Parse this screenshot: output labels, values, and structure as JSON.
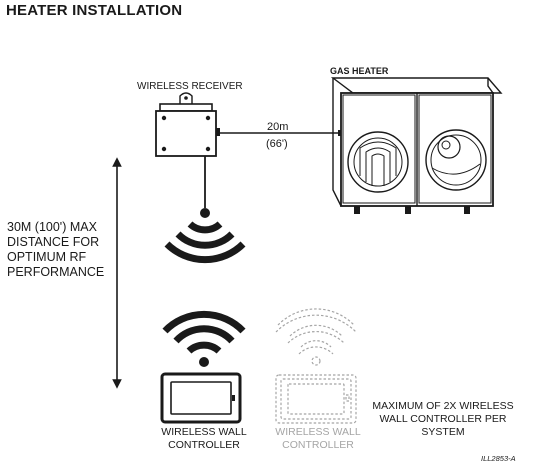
{
  "title": "HEATER INSTALLATION",
  "labels": {
    "wireless_receiver": "WIRELESS RECEIVER",
    "gas_heater": "GAS HEATER",
    "cable_length_m": "20m",
    "cable_length_ft": "(66')",
    "range_note": "30M (100') MAX DISTANCE FOR OPTIMUM RF PERFORMANCE",
    "controller_1": "WIRELESS WALL CONTROLLER",
    "controller_2": "WIRELESS WALL CONTROLLER",
    "max_controllers": "MAXIMUM OF 2X WIRELESS WALL CONTROLLER PER SYSTEM",
    "figure_ref": "ILL2853-A"
  },
  "colors": {
    "line": "#1a1a1a",
    "optional_gray": "#a5a5a5"
  },
  "icons": {
    "signal": "wifi-signal-icon",
    "receiver": "receiver-box-icon",
    "heater": "gas-heater-icon",
    "controller": "wall-controller-icon"
  }
}
